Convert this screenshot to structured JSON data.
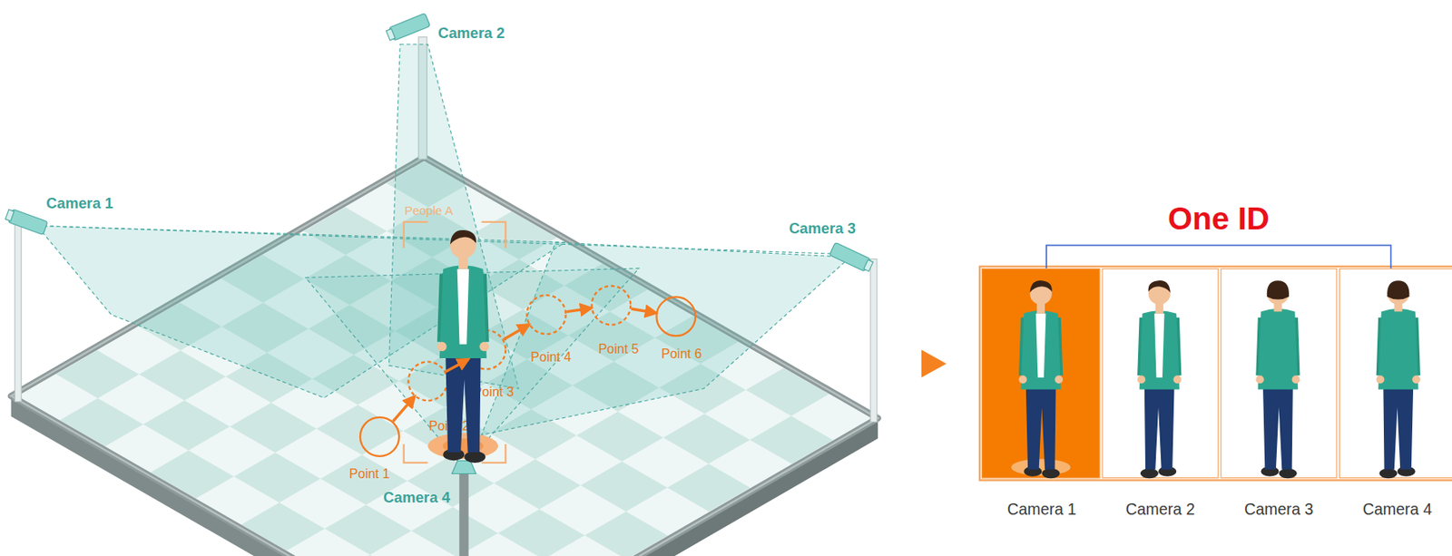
{
  "diagram": {
    "nodes": [
      {
        "text": [
          "Point 1"
        ]
      },
      {
        "text": [
          "Point 2"
        ]
      },
      {
        "text": [
          "Point 3"
        ]
      },
      {
        "text": [
          "Point 4"
        ]
      },
      {
        "text": [
          "Point 5"
        ]
      },
      {
        "text": [
          "Point 6"
        ]
      },
      {
        "text": [
          "Camera 1"
        ]
      },
      {
        "text": [
          "Camera 2"
        ]
      },
      {
        "text": [
          "Camera 3"
        ]
      },
      {
        "text": [
          "Camera 4"
        ]
      }
    ],
    "edges": [
      {
        "from": 0,
        "to": 1,
        "arrow": "to"
      },
      {
        "from": 1,
        "to": 2,
        "arrow": "to"
      },
      {
        "from": 2,
        "to": 3,
        "arrow": "to"
      },
      {
        "from": 3,
        "to": 4,
        "arrow": "to"
      },
      {
        "from": 4,
        "to": 5,
        "arrow": "to"
      }
    ],
    "labels": [
      "Camera 2",
      "Camera 1",
      "People A",
      "Camera 3",
      "Camera 4",
      "One ID"
    ]
  }
}
